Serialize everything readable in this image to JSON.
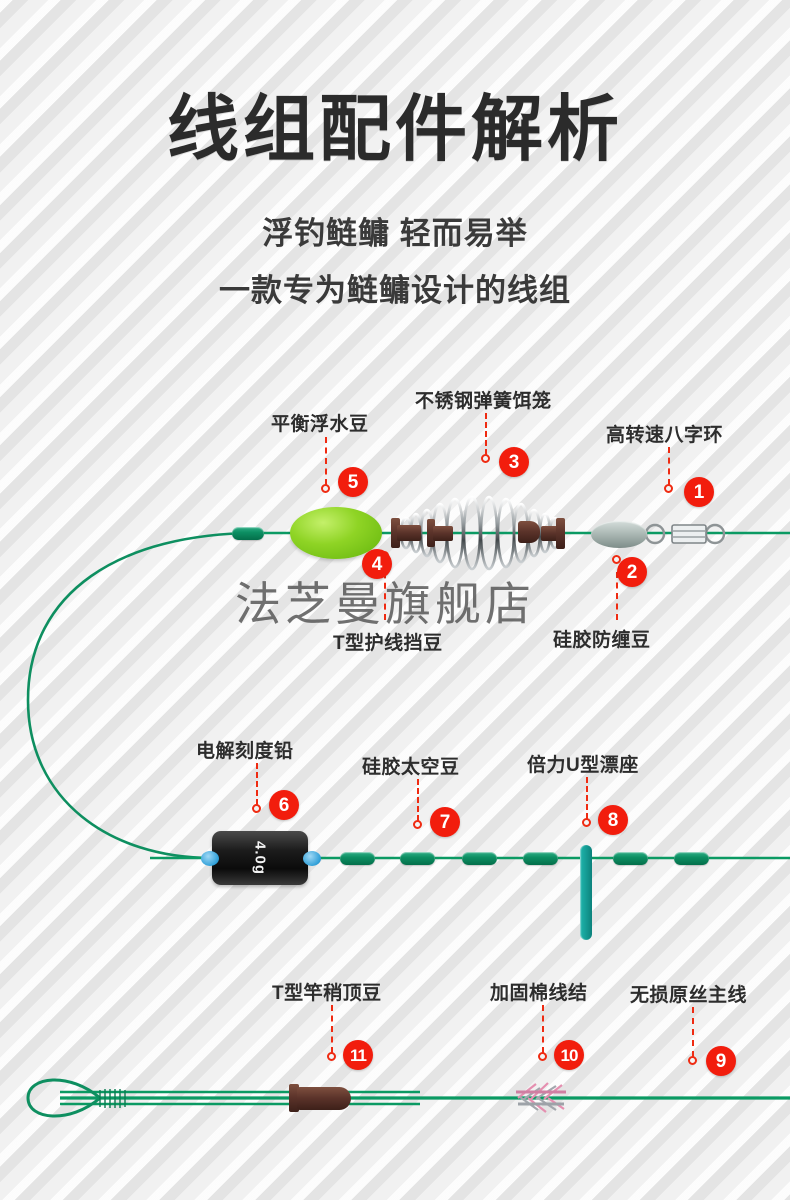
{
  "header": {
    "title": "线组配件解析",
    "subtitle_1": "浮钓鲢鳙  轻而易举",
    "subtitle_2": "一款专为鲢鳙设计的线组"
  },
  "watermark": "法芝曼旗舰店",
  "colors": {
    "badge_red": "#f21d0d",
    "callout_dash": "#ef2b12",
    "line_green": "#0b9a63",
    "float_green": "#8fd425",
    "bean_green": "#0c8e62",
    "seat_teal": "#17a39b",
    "bead_brown": "#5b332a",
    "text_dark": "#2d2d2d",
    "background": "#efefef"
  },
  "callouts": [
    {
      "number": "1",
      "label": "高转速八字环"
    },
    {
      "number": "2",
      "label": "硅胶防缠豆"
    },
    {
      "number": "3",
      "label": "不锈钢弹簧饵笼"
    },
    {
      "number": "4",
      "label": "T型护线挡豆"
    },
    {
      "number": "5",
      "label": "平衡浮水豆"
    },
    {
      "number": "6",
      "label": "电解刻度铅"
    },
    {
      "number": "7",
      "label": "硅胶太空豆"
    },
    {
      "number": "8",
      "label": "倍力U型漂座"
    },
    {
      "number": "9",
      "label": "无损原丝主线"
    },
    {
      "number": "10",
      "label": "加固棉线结"
    },
    {
      "number": "11",
      "label": "T型竿稍顶豆"
    }
  ],
  "diagram": {
    "sinker_weight": "4.0g"
  }
}
